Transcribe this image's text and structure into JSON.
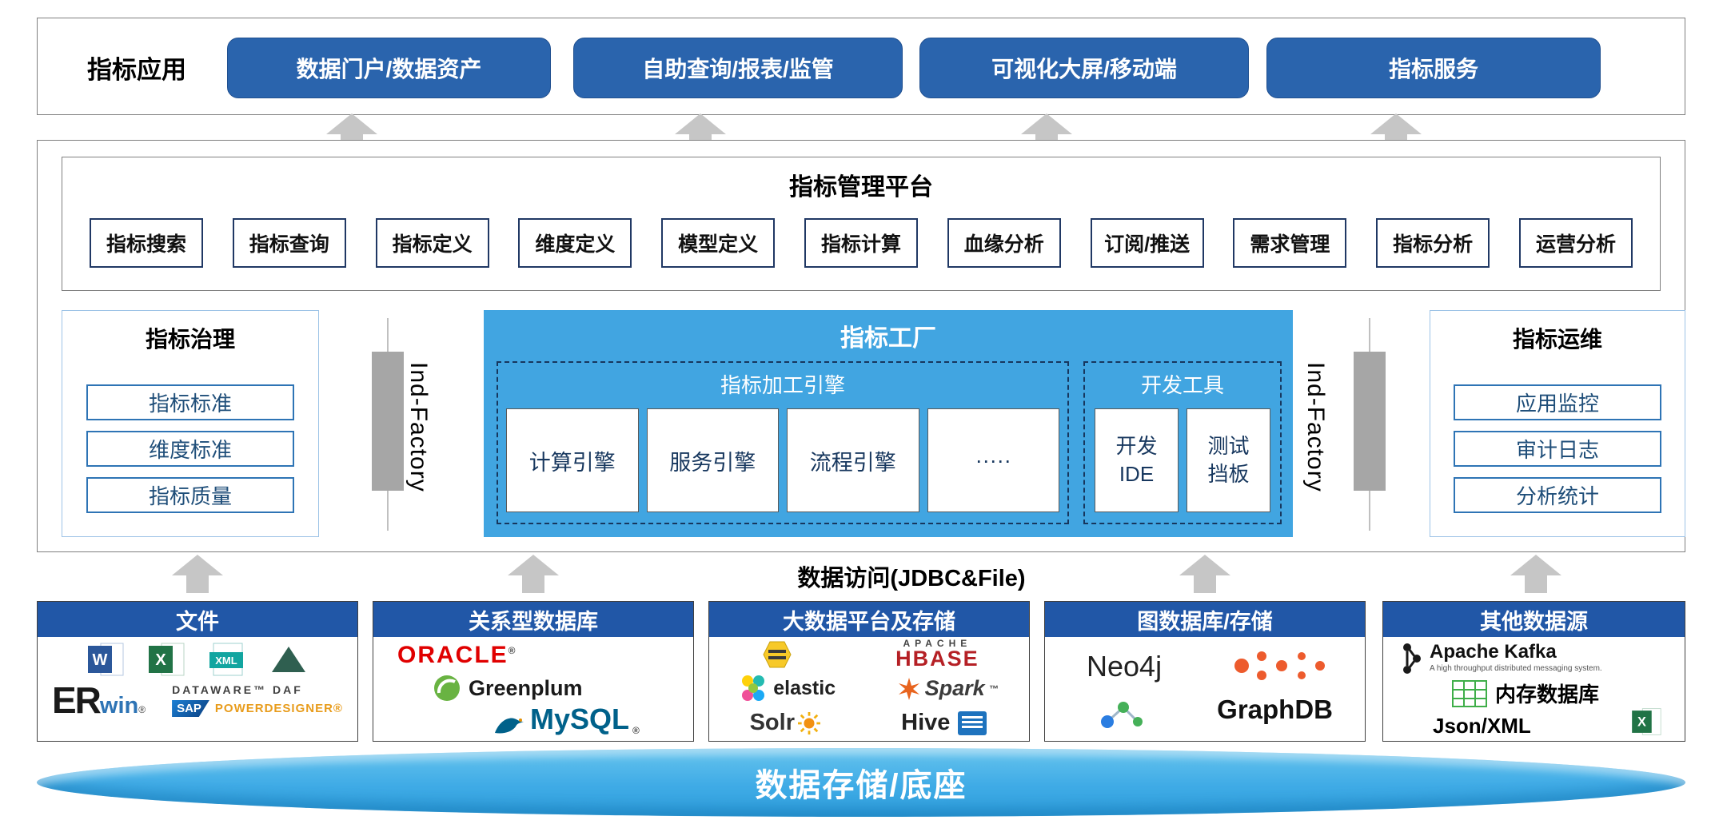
{
  "symbols": {
    "reg": "®",
    "tm": "™"
  },
  "top": {
    "label": "指标应用",
    "buttons": [
      "数据门户/数据资产",
      "自助查询/报表/监管",
      "可视化大屏/移动端",
      "指标服务"
    ]
  },
  "management": {
    "title": "指标管理平台",
    "modules": [
      "指标搜索",
      "指标查询",
      "指标定义",
      "维度定义",
      "模型定义",
      "指标计算",
      "血缘分析",
      "订阅/推送",
      "需求管理",
      "指标分析",
      "运营分析"
    ]
  },
  "governance": {
    "title": "指标治理",
    "items": [
      "指标标准",
      "维度标准",
      "指标质量"
    ]
  },
  "factory": {
    "title": "指标工厂",
    "side_label": "Ind-Factory",
    "engine_group": {
      "title": "指标加工引擎",
      "items": [
        "计算引擎",
        "服务引擎",
        "流程引擎",
        "·····"
      ]
    },
    "tools_group": {
      "title": "开发工具",
      "items": [
        [
          "开发",
          "IDE"
        ],
        [
          "测试",
          "挡板"
        ]
      ]
    }
  },
  "operations": {
    "title": "指标运维",
    "items": [
      "应用监控",
      "审计日志",
      "分析统计"
    ]
  },
  "data_access": {
    "label": "数据访问(JDBC&File)"
  },
  "sources": [
    {
      "title": "文件",
      "word_letter": "W",
      "excel_letter": "X",
      "xml_label": "XML",
      "erwin_er": "ER",
      "erwin_win": "win",
      "dataware": "DATAWARE™ DAF",
      "sap": "SAP",
      "powerdesigner": "POWERDESIGNER®"
    },
    {
      "title": "关系型数据库",
      "oracle": "ORACLE",
      "greenplum": "Greenplum",
      "mysql": "MySQL"
    },
    {
      "title": "大数据平台及存储",
      "apache": "APACHE",
      "hbase": "HBASE",
      "elastic": "elastic",
      "spark": "Spark",
      "solr": "Solr",
      "hive": "Hive"
    },
    {
      "title": "图数据库/存储",
      "neo4j": "Neo4j",
      "graphdb": "GraphDB"
    },
    {
      "title": "其他数据源",
      "kafka": "Apache Kafka",
      "kafka_tagline": "A high throughput distributed messaging system.",
      "memory_db": "内存数据库",
      "json_xml": "Json/XML"
    }
  ],
  "base": {
    "label": "数据存储/底座"
  },
  "colors": {
    "button_blue": "#2a64ad",
    "header_blue": "#2157a7",
    "factory_blue": "#41a5e1",
    "disc_blue": "#3fabe6",
    "arrow_gray": "#c6c6c6"
  }
}
